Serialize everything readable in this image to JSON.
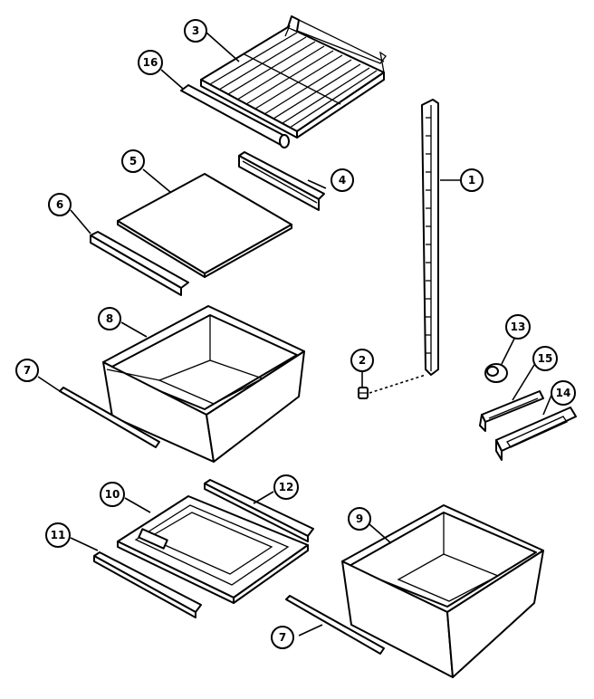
{
  "diagram": {
    "callouts": [
      {
        "id": "callout-1",
        "label": "1"
      },
      {
        "id": "callout-2",
        "label": "2"
      },
      {
        "id": "callout-3",
        "label": "3"
      },
      {
        "id": "callout-4",
        "label": "4"
      },
      {
        "id": "callout-5",
        "label": "5"
      },
      {
        "id": "callout-6",
        "label": "6"
      },
      {
        "id": "callout-7a",
        "label": "7"
      },
      {
        "id": "callout-7b",
        "label": "7"
      },
      {
        "id": "callout-8",
        "label": "8"
      },
      {
        "id": "callout-9",
        "label": "9"
      },
      {
        "id": "callout-10",
        "label": "10"
      },
      {
        "id": "callout-11",
        "label": "11"
      },
      {
        "id": "callout-12",
        "label": "12"
      },
      {
        "id": "callout-13",
        "label": "13"
      },
      {
        "id": "callout-14",
        "label": "14"
      },
      {
        "id": "callout-15",
        "label": "15"
      },
      {
        "id": "callout-16",
        "label": "16"
      }
    ]
  }
}
